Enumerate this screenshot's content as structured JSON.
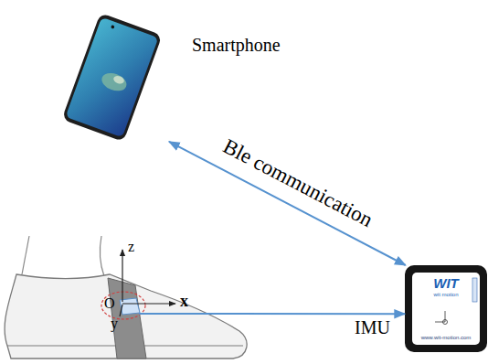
{
  "diagram": {
    "nodes": [
      {
        "text": [
          "Smartphone"
        ]
      },
      {
        "text": [
          "O"
        ]
      },
      {
        "text": [
          "IMU",
          "WIT",
          "wit motion",
          "www.wit-motion.com"
        ]
      }
    ],
    "edges": [
      {
        "from": 0,
        "to": 2,
        "arrow": "both",
        "label": "Ble communication"
      },
      {
        "from": 1,
        "to": 2,
        "arrow": "to"
      }
    ],
    "labels": [
      "z",
      "x",
      "y"
    ]
  }
}
